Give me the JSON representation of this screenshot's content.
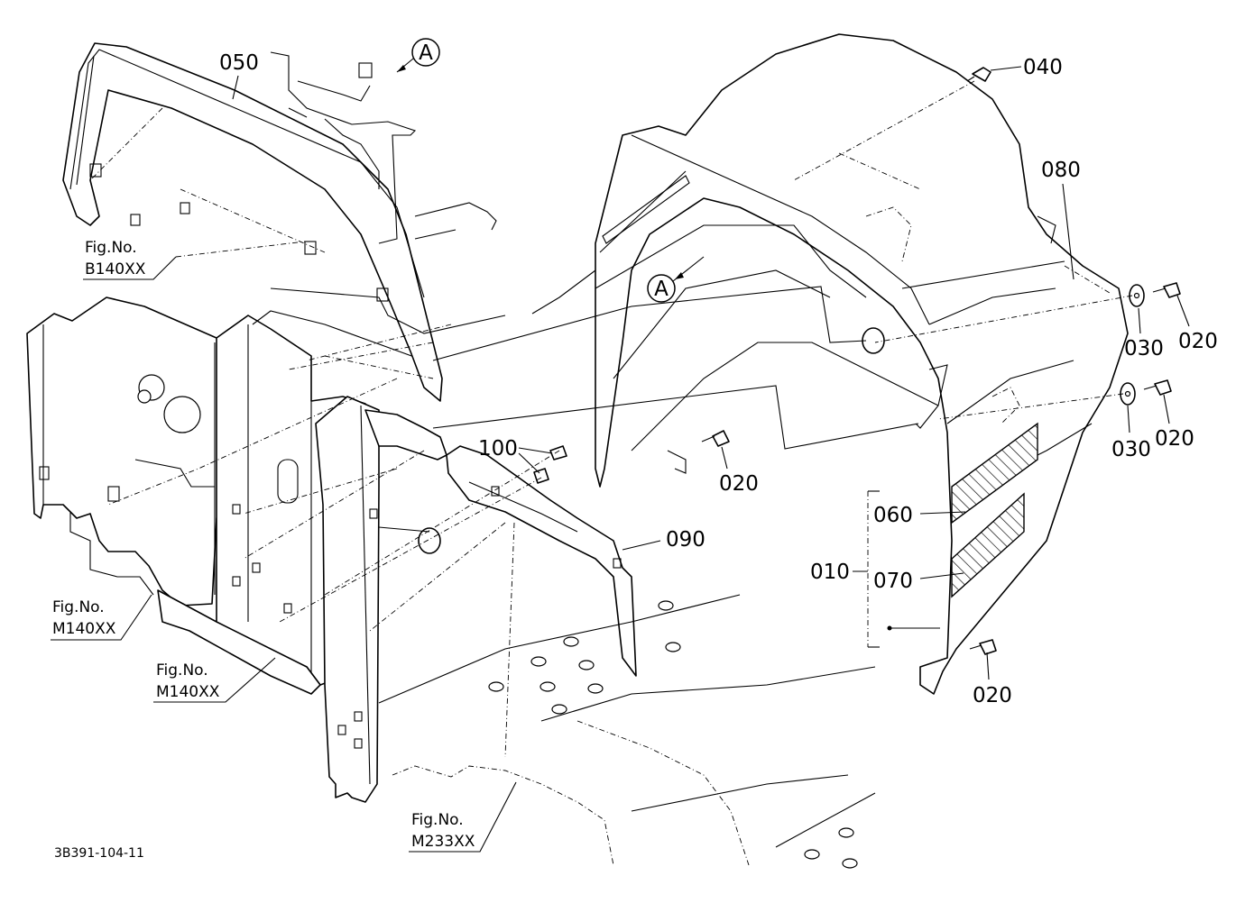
{
  "labels": {
    "p050": "050",
    "p040": "040",
    "p080": "080",
    "p100": "100",
    "p020_a": "020",
    "p020_b": "020",
    "p020_c": "020",
    "p020_d": "020",
    "p030_a": "030",
    "p030_b": "030",
    "p090": "090",
    "p060": "060",
    "p070": "070",
    "p010": "010",
    "ref_a_top": "A",
    "ref_a_mid": "A"
  },
  "figure_refs": {
    "b140": {
      "title": "Fig.No.",
      "number": "B140XX"
    },
    "m140_left": {
      "title": "Fig.No.",
      "number": "M140XX"
    },
    "m140_mid": {
      "title": "Fig.No.",
      "number": "M140XX"
    },
    "m233": {
      "title": "Fig.No.",
      "number": "M233XX"
    }
  },
  "drawing_code": "3B391-104-11"
}
